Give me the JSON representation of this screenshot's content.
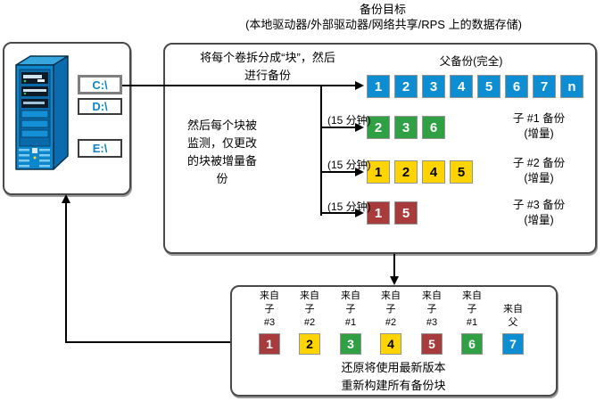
{
  "title": {
    "line1": "备份目标",
    "line2": "(本地驱动器/外部驱动器/网络共享/RPS 上的数据存储)"
  },
  "server": {
    "drives": [
      {
        "label": "C:\\"
      },
      {
        "label": "D:\\"
      },
      {
        "label": "E:\\"
      }
    ]
  },
  "main_box": {
    "split_text_line1": "将每个卷拆分成“块”，然后",
    "split_text_line2": "进行备份",
    "monitor_text_lines": [
      "然后每个块被",
      "监测，仅更改",
      "的块被增量备",
      "份"
    ],
    "interval_label": "(15 分钟)",
    "parent_row": {
      "label": "父备份(完全)",
      "color": "blue",
      "blocks": [
        "1",
        "2",
        "3",
        "4",
        "5",
        "6",
        "7",
        "n"
      ]
    },
    "child_rows": [
      {
        "label_line1": "子 #1 备份",
        "label_line2": "(增量)",
        "color": "green",
        "blocks": [
          "2",
          "3",
          "6"
        ]
      },
      {
        "label_line1": "子 #2 备份",
        "label_line2": "(增量)",
        "color": "yellow",
        "blocks": [
          "1",
          "2",
          "4",
          "5"
        ]
      },
      {
        "label_line1": "子 #3 备份",
        "label_line2": "(增量)",
        "color": "red",
        "blocks": [
          "1",
          "5"
        ]
      }
    ]
  },
  "restore_box": {
    "columns": [
      {
        "source_lines": [
          "来自",
          "子",
          "#3"
        ],
        "num": "1",
        "color": "red"
      },
      {
        "source_lines": [
          "来自",
          "子",
          "#2"
        ],
        "num": "2",
        "color": "yellow"
      },
      {
        "source_lines": [
          "来自",
          "子",
          "#1"
        ],
        "num": "3",
        "color": "green"
      },
      {
        "source_lines": [
          "来自",
          "子",
          "#2"
        ],
        "num": "4",
        "color": "yellow"
      },
      {
        "source_lines": [
          "来自",
          "子",
          "#3"
        ],
        "num": "5",
        "color": "red"
      },
      {
        "source_lines": [
          "来自",
          "子",
          "#1"
        ],
        "num": "6",
        "color": "green"
      },
      {
        "source_lines": [
          "来自",
          "父"
        ],
        "num": "7",
        "color": "blue"
      }
    ],
    "caption_line1": "还原将使用最新版本",
    "caption_line2": "重新构建所有备份块"
  },
  "colors": {
    "blue": "#0e8ed2",
    "green": "#2fa043",
    "yellow": "#ffd400",
    "red": "#a83b3b"
  }
}
